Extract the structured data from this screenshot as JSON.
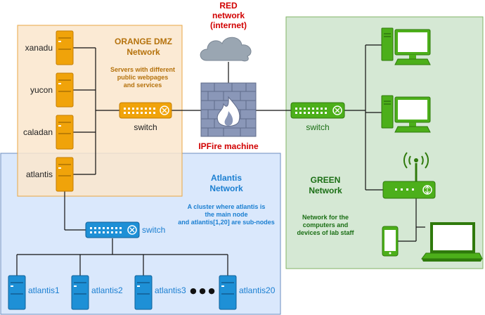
{
  "internet": {
    "line1": "RED",
    "line2": "network",
    "line3": "(internet)"
  },
  "orange": {
    "title1": "ORANGE DMZ",
    "title2": "Network",
    "desc1": "Servers with different",
    "desc2": "public webpages",
    "desc3": "and services",
    "servers": [
      "xanadu",
      "yucon",
      "caladan",
      "atlantis"
    ],
    "switch_label": "switch"
  },
  "firewall": {
    "label": "IPFire machine"
  },
  "green": {
    "title1": "GREEN",
    "title2": "Network",
    "desc1": "Network for the",
    "desc2": "computers and",
    "desc3": "devices of lab staff",
    "switch_label": "switch"
  },
  "blue": {
    "title1": "Atlantis",
    "title2": "Network",
    "desc1": "A cluster where atlantis is",
    "desc2": "the main node",
    "desc3": "and atlantis[1,20] are sub-nodes",
    "switch_label": "switch",
    "nodes": [
      "atlantis1",
      "atlantis2",
      "atlantis3",
      "atlantis20"
    ],
    "ellipsis": "● ● ●"
  },
  "colors": {
    "orange_fill": "#fae6cc",
    "orange_stroke": "#e8a745",
    "orange_text": "#b5720c",
    "server_orange": "#f0a30a",
    "green_fill": "#d5e8d4",
    "green_stroke": "#82b366",
    "green_text": "#1a6e14",
    "device_green": "#4caf1a",
    "blue_fill": "#dae8fc",
    "blue_stroke": "#6c8ebf",
    "blue_text": "#1b7fd1",
    "device_blue": "#1e90d6",
    "red_text": "#d10000",
    "cloud": "#9aa6b2",
    "firewall": "#8a97b8"
  }
}
